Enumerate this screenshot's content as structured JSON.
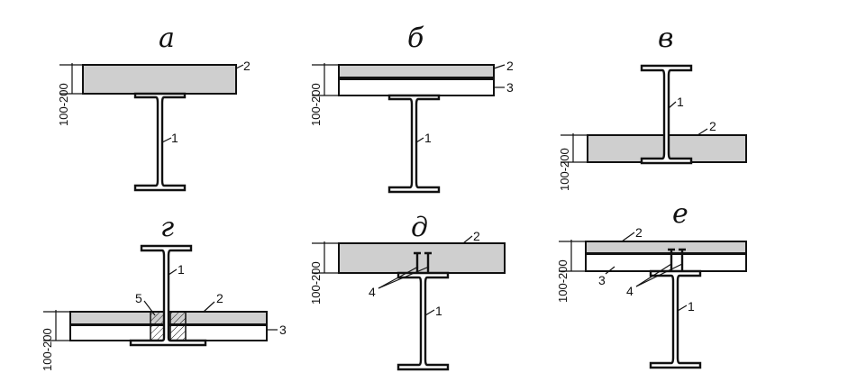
{
  "panels": [
    {
      "title": "а",
      "labels": [
        "2",
        "1"
      ],
      "dim": "100-200"
    },
    {
      "title": "б",
      "labels": [
        "2",
        "3",
        "1"
      ],
      "dim": "100-200"
    },
    {
      "title": "в",
      "labels": [
        "1",
        "2"
      ],
      "dim": "100-200"
    },
    {
      "title": "г",
      "labels": [
        "1",
        "5",
        "2",
        "3"
      ],
      "dim": "100-200"
    },
    {
      "title": "д",
      "labels": [
        "2",
        "4",
        "1"
      ],
      "dim": "100-200"
    },
    {
      "title": "е",
      "labels": [
        "2",
        "3",
        "4",
        "1"
      ],
      "dim": "100-200"
    }
  ]
}
